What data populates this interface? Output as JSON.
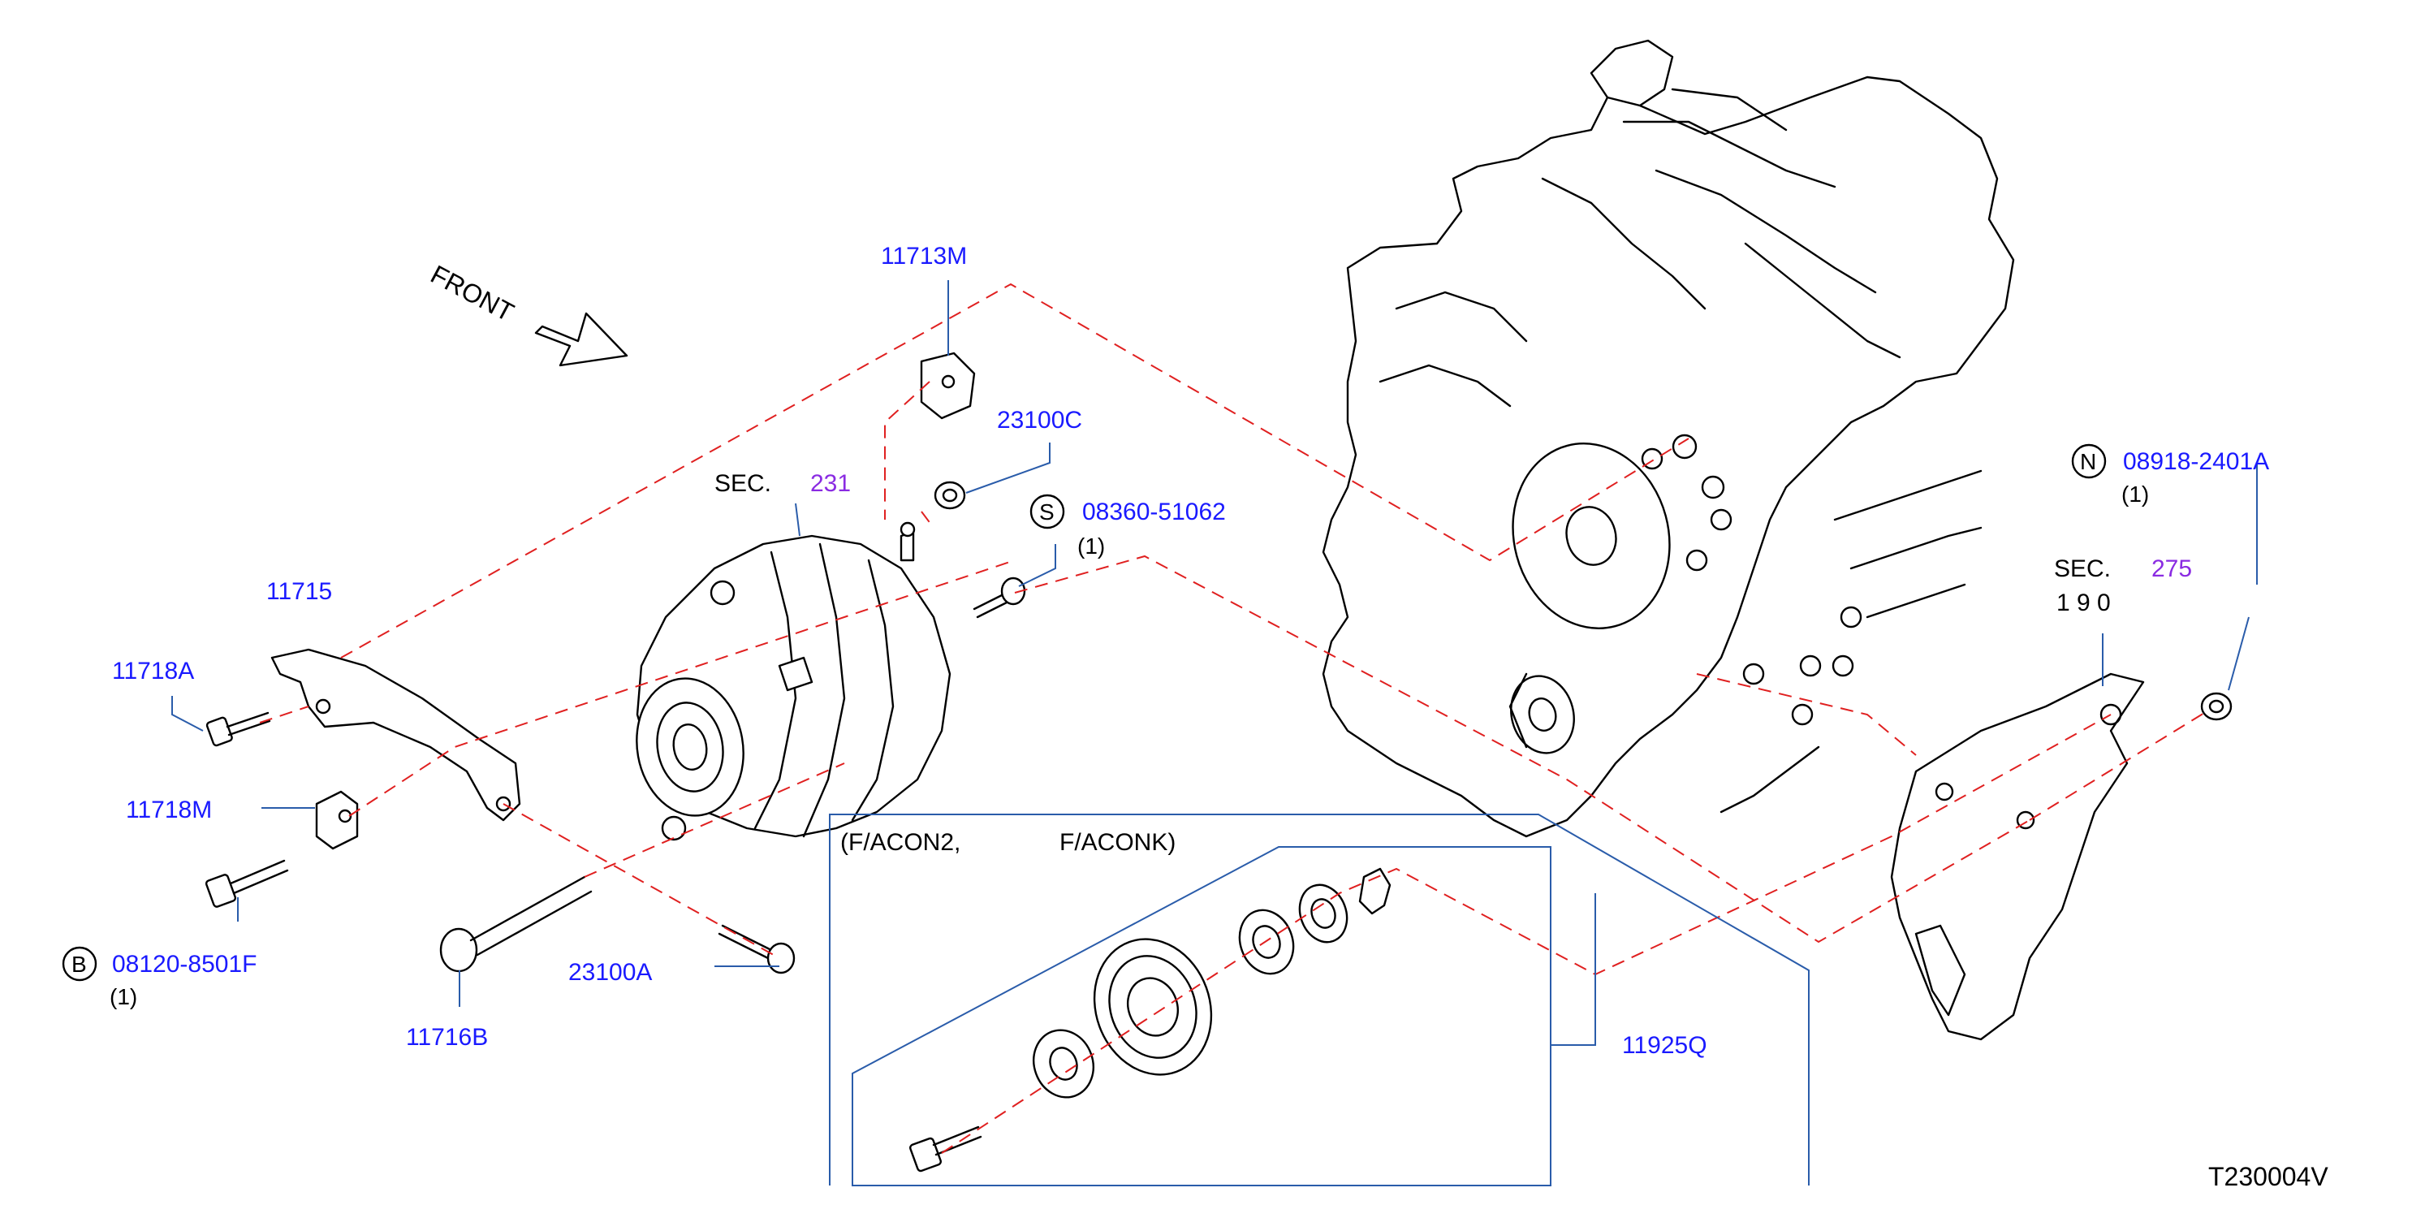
{
  "front_label": "FRONT",
  "sections": [
    {
      "prefix": "SEC.",
      "number": "231"
    },
    {
      "prefix": "SEC.",
      "number": "275"
    }
  ],
  "parts": {
    "p11713m": "11713M",
    "p23100c": "23100C",
    "p08360": "08360-51062",
    "p11715": "11715",
    "p11718a": "11718A",
    "p11718m": "11718M",
    "p08120": "08120-8501F",
    "p11716b": "11716B",
    "p23100a": "23100A",
    "p08918": "08918-2401A",
    "p11925q": "11925Q"
  },
  "bolt_letters": {
    "s": "S",
    "b": "B",
    "n": "N"
  },
  "quantities": {
    "q08360": "(1)",
    "q08120": "(1)",
    "q08918": "(1)"
  },
  "extra_text": "1 9 0",
  "variant_note": {
    "first": "(F/ACON2,",
    "second": "F/ACONK)"
  },
  "reference": "T230004V",
  "colors": {
    "part": "#1a1aff",
    "section": "#8a2be2",
    "leader": "#2a5caa",
    "dash": "#e02020"
  }
}
